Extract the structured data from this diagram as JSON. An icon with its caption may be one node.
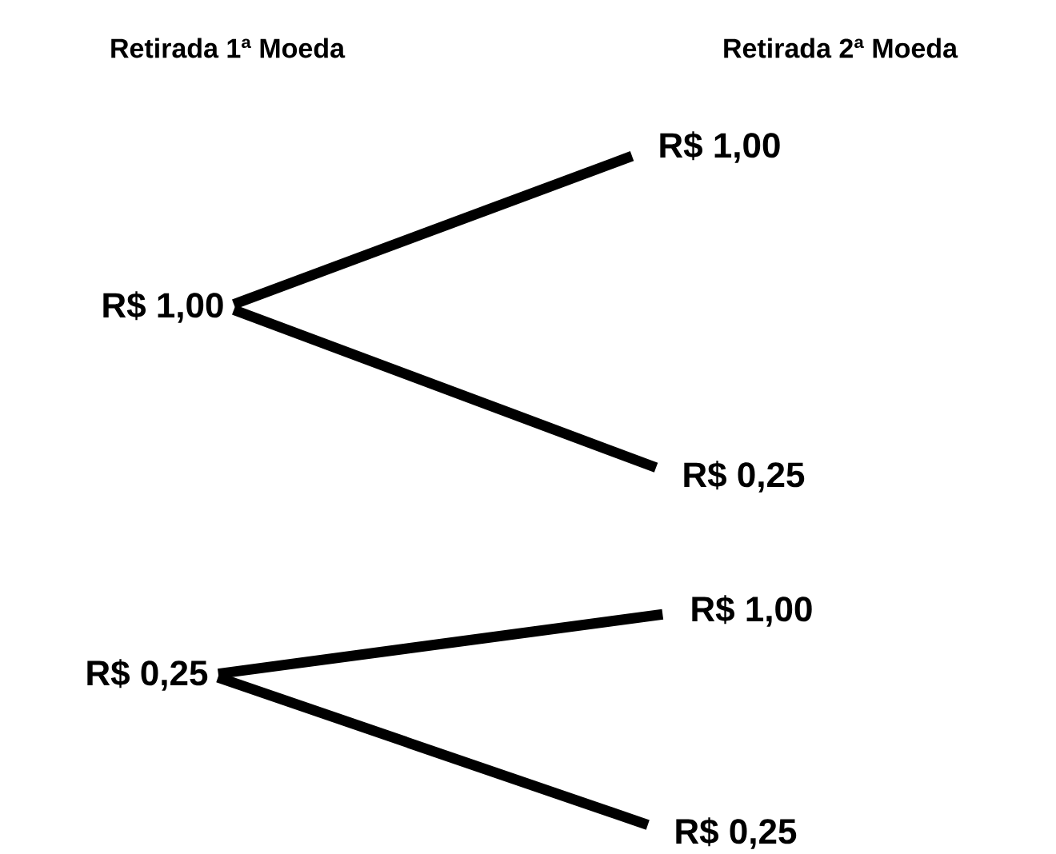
{
  "diagram": {
    "nodes": [
      {
        "text": [
          "R$ 1,00"
        ]
      },
      {
        "text": [
          "R$ 1,00"
        ]
      },
      {
        "text": [
          "R$ 0,25"
        ]
      },
      {
        "text": [
          "R$ 0,25"
        ]
      },
      {
        "text": [
          "R$ 1,00"
        ]
      },
      {
        "text": [
          "R$ 0,25"
        ]
      }
    ],
    "edges": [
      {
        "from": 0,
        "to": 1,
        "arrow": "none"
      },
      {
        "from": 0,
        "to": 2,
        "arrow": "none"
      },
      {
        "from": 3,
        "to": 4,
        "arrow": "none"
      },
      {
        "from": 3,
        "to": 5,
        "arrow": "none"
      }
    ],
    "labels": [
      "Retirada 1ª Moeda",
      "Retirada 2ª Moeda"
    ]
  }
}
